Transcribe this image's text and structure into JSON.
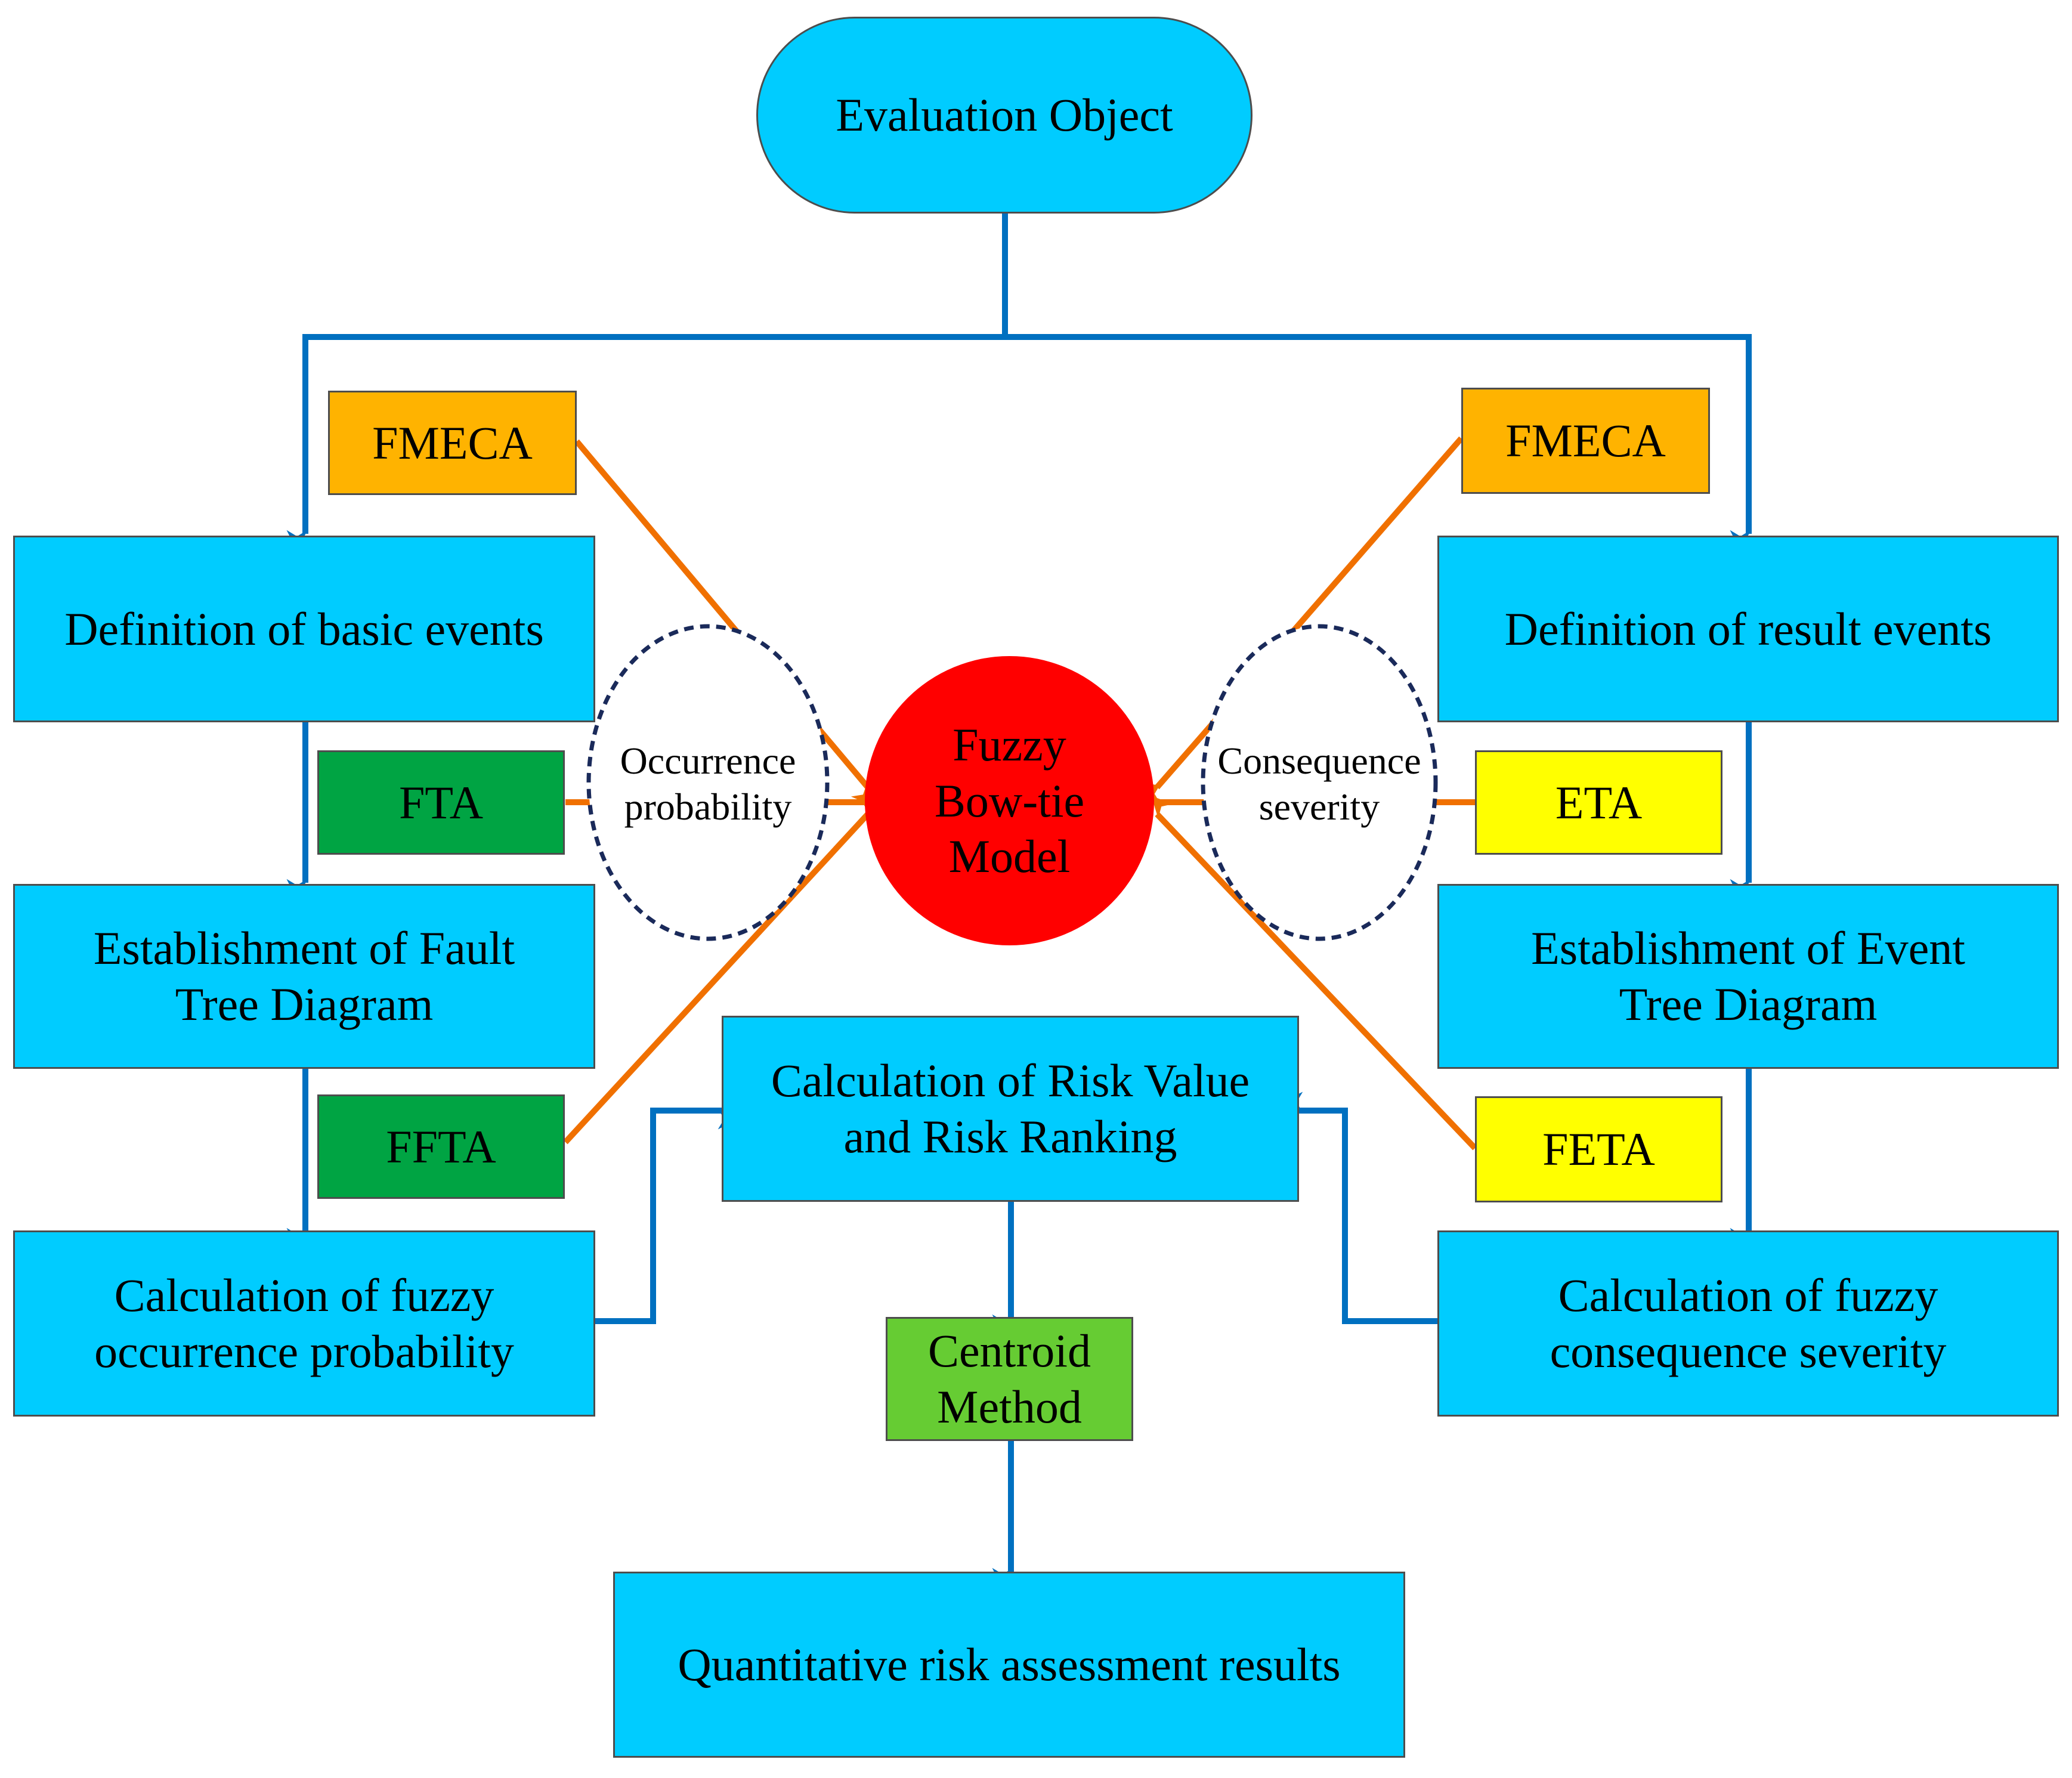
{
  "nodes": {
    "evaluation_object": "Evaluation Object",
    "basic_events": "Definition of basic events",
    "result_events": "Definition of result events",
    "fmeca_left": "FMECA",
    "fmeca_right": "FMECA",
    "fta": "FTA",
    "eta": "ETA",
    "fault_tree": "Establishment of Fault\nTree Diagram",
    "event_tree": "Establishment of Event\nTree Diagram",
    "ffta": "FFTA",
    "feta": "FETA",
    "fuzzy_occurrence": "Calculation of fuzzy\noccurrence probability",
    "fuzzy_consequence": "Calculation of fuzzy\nconsequence severity",
    "risk_value": "Calculation of Risk Value\nand Risk Ranking",
    "centroid": "Centroid\nMethod",
    "results": "Quantitative risk assessment results",
    "bowtie": "Fuzzy\nBow-tie\nModel",
    "occurrence_probability": "Occurrence\nprobability",
    "consequence_severity": "Consequence\nseverity"
  },
  "colors": {
    "process_box": "#00ccff",
    "fmeca": "#ffb300",
    "fta_ffta": "#00a443",
    "eta_feta": "#ffff00",
    "centroid": "#66cc33",
    "bowtie": "#ff0000",
    "flow_arrow": "#0070c0",
    "method_arrow": "#f07000",
    "ellipse_stroke": "#1a2a5a"
  }
}
